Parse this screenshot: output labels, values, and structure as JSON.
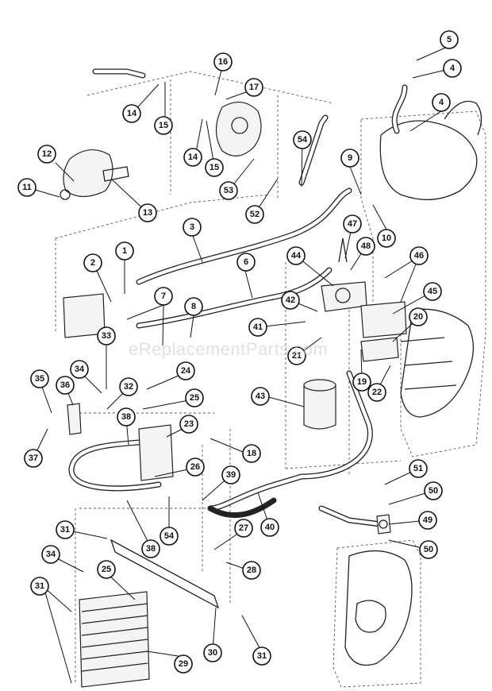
{
  "watermark": "eReplacementParts.com",
  "callouts": [
    {
      "label": "1"
    },
    {
      "label": "2"
    },
    {
      "label": "3"
    },
    {
      "label": "4"
    },
    {
      "label": "4"
    },
    {
      "label": "5"
    },
    {
      "label": "6"
    },
    {
      "label": "7"
    },
    {
      "label": "8"
    },
    {
      "label": "9"
    },
    {
      "label": "10"
    },
    {
      "label": "11"
    },
    {
      "label": "12"
    },
    {
      "label": "13"
    },
    {
      "label": "14"
    },
    {
      "label": "14"
    },
    {
      "label": "15"
    },
    {
      "label": "15"
    },
    {
      "label": "16"
    },
    {
      "label": "17"
    },
    {
      "label": "18"
    },
    {
      "label": "19"
    },
    {
      "label": "20"
    },
    {
      "label": "21"
    },
    {
      "label": "22"
    },
    {
      "label": "23"
    },
    {
      "label": "24"
    },
    {
      "label": "25"
    },
    {
      "label": "25"
    },
    {
      "label": "26"
    },
    {
      "label": "27"
    },
    {
      "label": "28"
    },
    {
      "label": "29"
    },
    {
      "label": "30"
    },
    {
      "label": "31"
    },
    {
      "label": "31"
    },
    {
      "label": "31"
    },
    {
      "label": "32"
    },
    {
      "label": "33"
    },
    {
      "label": "34"
    },
    {
      "label": "34"
    },
    {
      "label": "35"
    },
    {
      "label": "36"
    },
    {
      "label": "37"
    },
    {
      "label": "38"
    },
    {
      "label": "38"
    },
    {
      "label": "39"
    },
    {
      "label": "40"
    },
    {
      "label": "41"
    },
    {
      "label": "42"
    },
    {
      "label": "43"
    },
    {
      "label": "44"
    },
    {
      "label": "45"
    },
    {
      "label": "46"
    },
    {
      "label": "47"
    },
    {
      "label": "48"
    },
    {
      "label": "49"
    },
    {
      "label": "50"
    },
    {
      "label": "50"
    },
    {
      "label": "51"
    },
    {
      "label": "52"
    },
    {
      "label": "53"
    },
    {
      "label": "54"
    },
    {
      "label": "54"
    }
  ]
}
